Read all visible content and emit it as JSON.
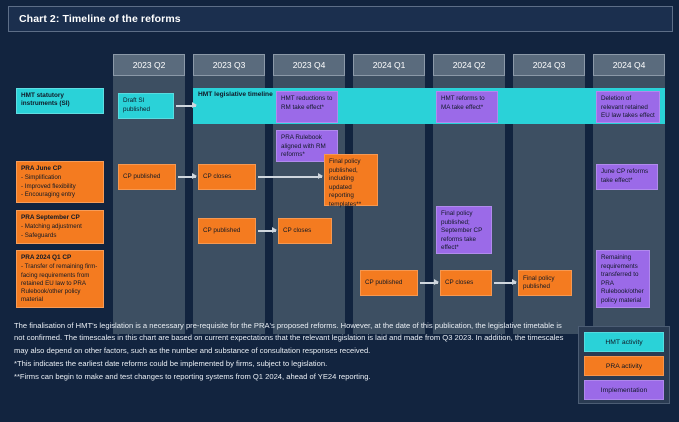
{
  "header": {
    "title": "Chart 2: Timeline of the reforms"
  },
  "chart_data": {
    "type": "table",
    "title": "Chart 2: Timeline of the reforms",
    "xlabel": "",
    "ylabel": "",
    "grid": false,
    "legend_position": "bottom-right",
    "categories": [
      "2023 Q2",
      "2023 Q3",
      "2023 Q4",
      "2024 Q1",
      "2024 Q2",
      "2024 Q3",
      "2024 Q4"
    ],
    "rows": [
      {
        "label": "HMT statutory instruments (SI)",
        "label_color": "#2ad2d8",
        "events": [
          {
            "quarter": "2023 Q2",
            "text": "Draft SI published",
            "color": "#2ad2d8"
          },
          {
            "quarter": "2023 Q3",
            "text": "HMT legislative timeline",
            "color": "#2ad2d8"
          },
          {
            "quarter": "2023 Q4",
            "text": "HMT reductions to RM take effect*",
            "color": "#9b6ae8"
          },
          {
            "quarter": "2023 Q4",
            "text": "PRA Rulebook aligned with RM reforms*",
            "color": "#9b6ae8"
          },
          {
            "quarter": "2024 Q2",
            "text": "HMT reforms to MA take effect*",
            "color": "#9b6ae8"
          },
          {
            "quarter": "2024 Q4",
            "text": "Deletion of relevant retained EU law takes effect",
            "color": "#9b6ae8"
          }
        ]
      },
      {
        "label": "PRA June CP - Simplification - Improved flexibility - Encouraging entry",
        "label_color": "#f47b20",
        "events": [
          {
            "quarter": "2023 Q2",
            "text": "CP published",
            "color": "#f47b20"
          },
          {
            "quarter": "2023 Q3",
            "text": "CP closes",
            "color": "#f47b20"
          },
          {
            "quarter": "2023 Q4",
            "text": "Final policy published, including updated reporting templates**",
            "color": "#f47b20"
          },
          {
            "quarter": "2024 Q4",
            "text": "June CP reforms take effect*",
            "color": "#9b6ae8"
          }
        ]
      },
      {
        "label": "PRA September CP - Matching adjustment - Safeguards",
        "label_color": "#f47b20",
        "events": [
          {
            "quarter": "2023 Q3",
            "text": "CP published",
            "color": "#f47b20"
          },
          {
            "quarter": "2023 Q4",
            "text": "CP closes",
            "color": "#f47b20"
          },
          {
            "quarter": "2024 Q2",
            "text": "Final policy published; September CP reforms take effect*",
            "color": "#9b6ae8"
          }
        ]
      },
      {
        "label": "PRA 2024 Q1 CP - Transfer of remaining firm-facing requirements from retained EU law to PRA Rulebook/other policy material",
        "label_color": "#f47b20",
        "events": [
          {
            "quarter": "2024 Q1",
            "text": "CP published",
            "color": "#f47b20"
          },
          {
            "quarter": "2024 Q2",
            "text": "CP closes",
            "color": "#f47b20"
          },
          {
            "quarter": "2024 Q3",
            "text": "Final policy published",
            "color": "#f47b20"
          },
          {
            "quarter": "2024 Q4",
            "text": "Remaining requirements transferred to PRA Rulebook/other policy material",
            "color": "#9b6ae8"
          }
        ]
      }
    ],
    "legend": [
      {
        "label": "HMT activity",
        "color": "#2ad2d8"
      },
      {
        "label": "PRA activity",
        "color": "#f47b20"
      },
      {
        "label": "Implementation",
        "color": "#9b6ae8"
      }
    ],
    "annotations": [
      "The finalisation of HMT's legislation is a necessary pre-requisite for the PRA's proposed reforms. However, at the date of this publication, the legislative timetable is not confirmed. The timescales in this chart are based on current expectations that the relevant legislation is laid and made from Q3 2023. In addition, the timescales may also depend on other factors, such as the number and substance of consultation responses received.",
      "*This indicates the earliest date reforms could be implemented by firms, subject to legislation.",
      "**Firms can begin to make and test changes to reporting systems from Q1 2024, ahead of YE24 reporting."
    ]
  },
  "columns": {
    "q1": "2023 Q2",
    "q2": "2023 Q3",
    "q3": "2023 Q4",
    "q4": "2024 Q1",
    "q5": "2024 Q2",
    "q6": "2024 Q3",
    "q7": "2024 Q4"
  },
  "row_labels": {
    "hmt_si_title": "HMT statutory instruments (SI)",
    "june_cp_title": "PRA June CP",
    "june_cp_b1": "- Simplification",
    "june_cp_b2": "- Improved flexibility",
    "june_cp_b3": "- Encouraging entry",
    "sept_cp_title": "PRA September CP",
    "sept_cp_b1": "- Matching adjustment",
    "sept_cp_b2": "- Safeguards",
    "q1cp_title": "PRA 2024 Q1 CP",
    "q1cp_b1": "- Transfer of remaining firm-facing requirements from retained EU law to PRA Rulebook/other policy material"
  },
  "nodes": {
    "draft_si": "Draft SI published",
    "hmt_timeline": "HMT legislative timeline",
    "hmt_rm": "HMT reductions to RM take effect*",
    "pra_rulebook_rm": "PRA Rulebook aligned with RM reforms*",
    "hmt_ma": "HMT reforms to MA take effect*",
    "deletion_eu": "Deletion of relevant retained EU law takes effect",
    "june_cp_published": "CP published",
    "june_cp_closes": "CP closes",
    "june_final_policy": "Final policy published, including updated reporting templates**",
    "june_reforms_effect": "June CP reforms take effect*",
    "sept_cp_published": "CP published",
    "sept_cp_closes": "CP closes",
    "sept_final_policy": "Final policy published; September CP reforms take effect*",
    "q1_cp_published": "CP published",
    "q1_cp_closes": "CP closes",
    "q1_final_policy": "Final policy published",
    "q1_remaining": "Remaining requirements transferred to PRA Rulebook/other policy material"
  },
  "notes": {
    "n1": "The finalisation of HMT's legislation is a necessary pre-requisite for the PRA's proposed reforms. However, at the date of this publication, the legislative timetable is not confirmed. The timescales in this chart are based on current expectations that the relevant legislation is laid and made from Q3 2023. In addition, the timescales may also depend on other factors, such as the number and substance of consultation responses received.",
    "n2": "*This indicates the earliest date reforms could be implemented by firms, subject to legislation.",
    "n3": "**Firms can begin to make and test changes to reporting systems from Q1 2024, ahead of YE24 reporting."
  },
  "legend": {
    "hmt": "HMT activity",
    "pra": "PRA activity",
    "impl": "Implementation"
  },
  "colors": {
    "hmt": "#2ad2d8",
    "pra": "#f47b20",
    "implementation": "#9b6ae8",
    "background": "#12243f",
    "column": "#3d4f62"
  }
}
